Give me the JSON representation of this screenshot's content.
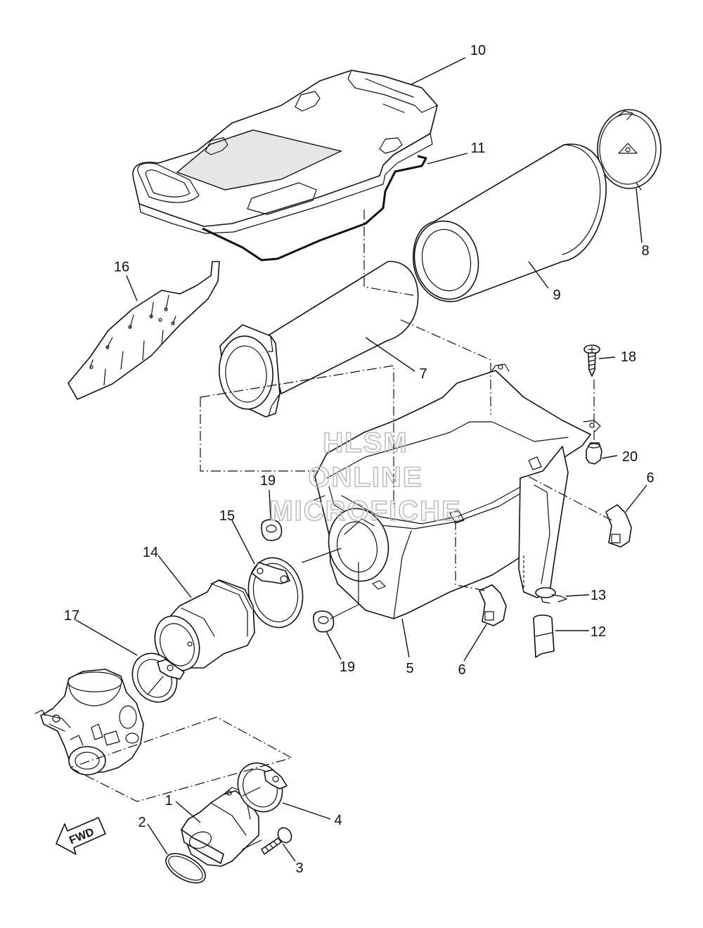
{
  "watermark": {
    "line1": "HLSM",
    "line2": "ONLINE",
    "line3": "MICROFICHE"
  },
  "direction_arrow": {
    "label": "FWD"
  },
  "callouts": {
    "c1": "1",
    "c2": "2",
    "c3": "3",
    "c4": "4",
    "c5": "5",
    "c6a": "6",
    "c6b": "6",
    "c7": "7",
    "c8": "8",
    "c9": "9",
    "c10": "10",
    "c11": "11",
    "c12": "12",
    "c13": "13",
    "c14": "14",
    "c15": "15",
    "c16": "16",
    "c17": "17",
    "c18": "18",
    "c19a": "19",
    "c19b": "19",
    "c20": "20"
  }
}
